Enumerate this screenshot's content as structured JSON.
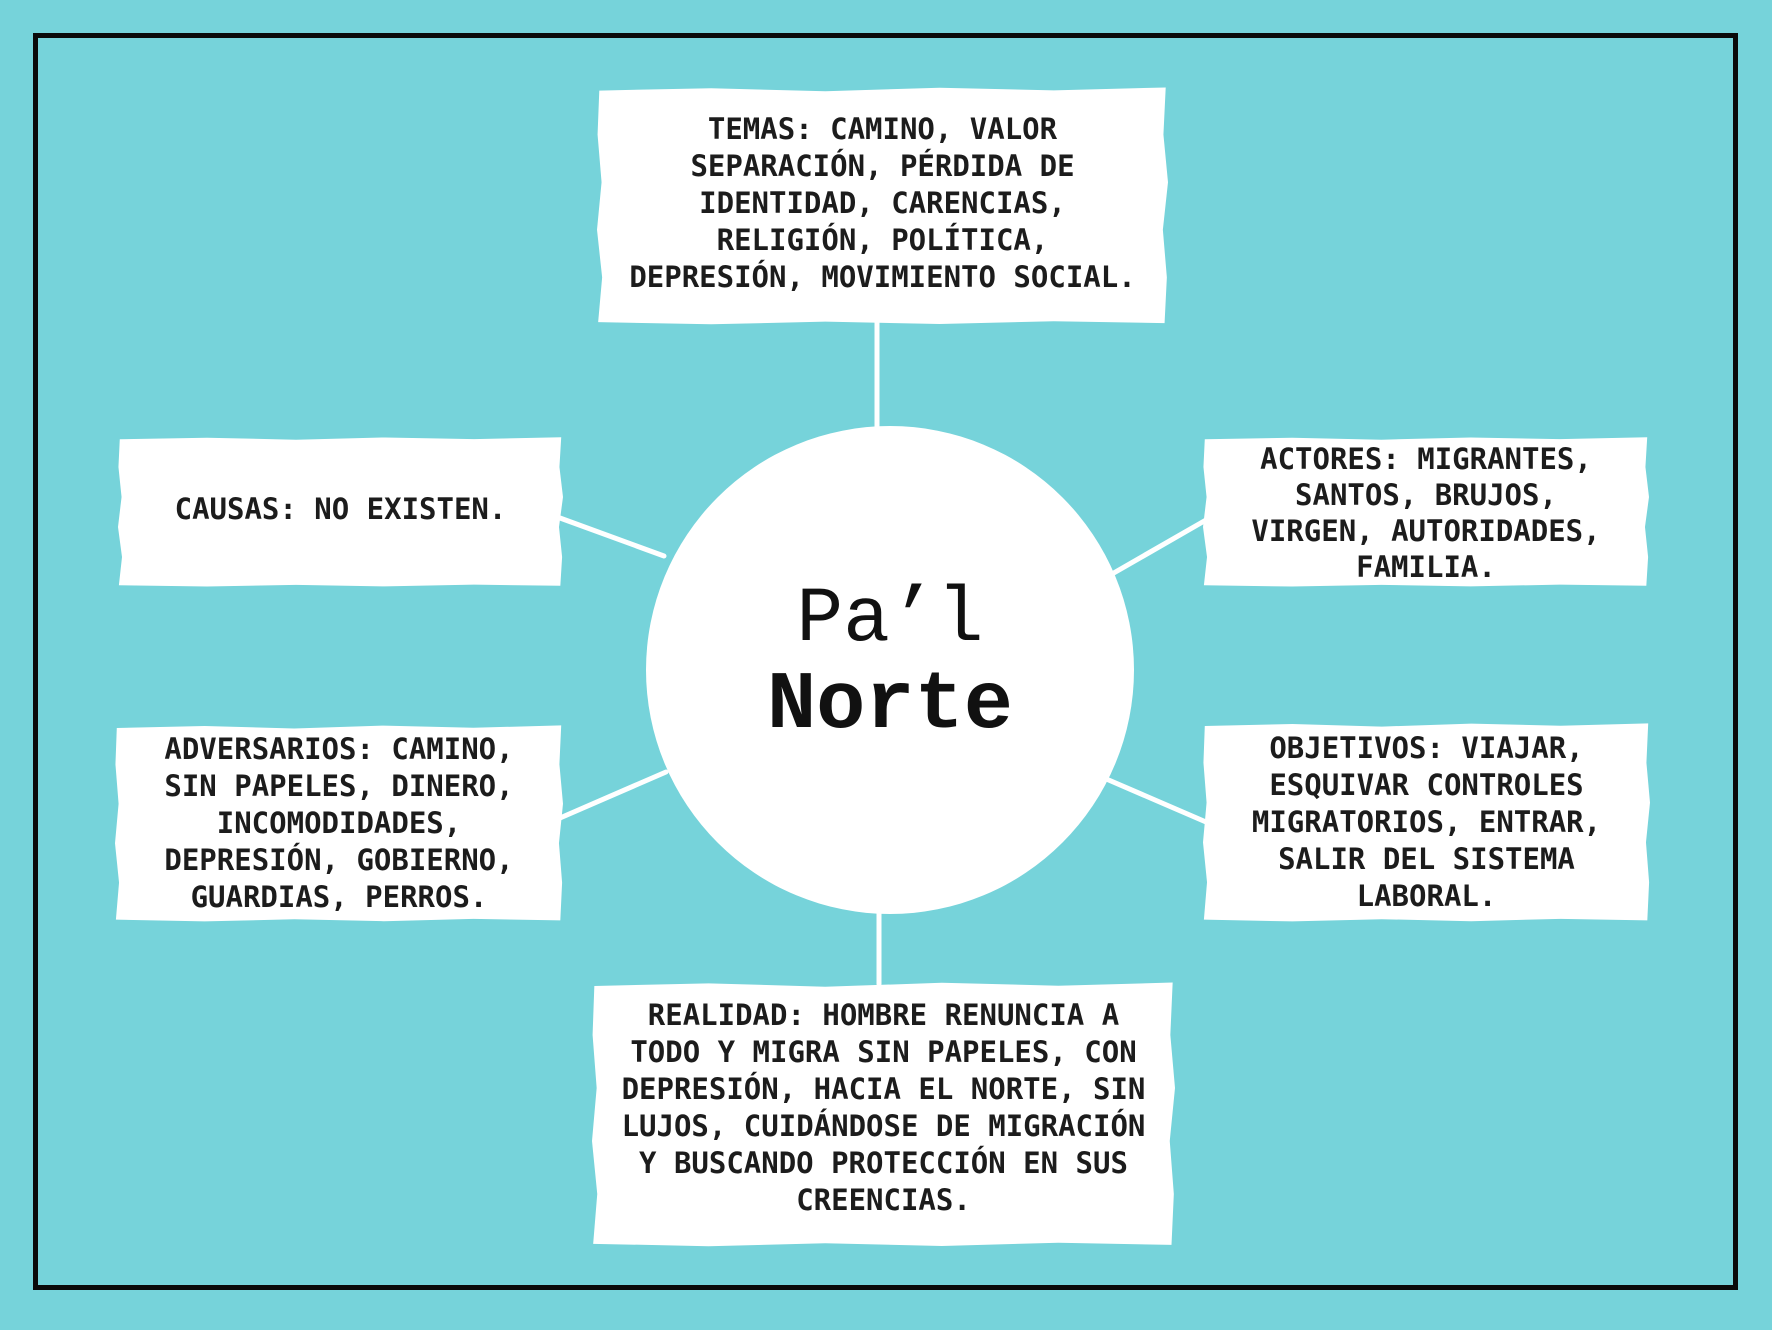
{
  "diagram": {
    "title_line1": "Pa’l",
    "title_line2": "Norte",
    "colors": {
      "background": "#76D3DA",
      "frame_border": "#0a0a0a",
      "node_fill": "#ffffff",
      "text": "#1c1c1c",
      "connector": "#ffffff"
    },
    "nodes": {
      "temas": {
        "text": "TEMAS: CAMINO, VALOR\nSEPARACIÓN, PÉRDIDA DE\nIDENTIDAD, CARENCIAS,\nRELIGIÓN, POLÍTICA,\nDEPRESIÓN, MOVIMIENTO SOCIAL."
      },
      "causas": {
        "text": "CAUSAS: NO EXISTEN."
      },
      "actores": {
        "text": "ACTORES: MIGRANTES,\nSANTOS, BRUJOS,\nVIRGEN, AUTORIDADES,\nFAMILIA."
      },
      "adversarios": {
        "text": "ADVERSARIOS: CAMINO,\nSIN PAPELES, DINERO,\nINCOMODIDADES,\nDEPRESIÓN, GOBIERNO,\nGUARDIAS, PERROS."
      },
      "objetivos": {
        "text": "OBJETIVOS: VIAJAR,\nESQUIVAR CONTROLES\nMIGRATORIOS, ENTRAR,\nSALIR DEL SISTEMA\nLABORAL."
      },
      "realidad": {
        "text": "REALIDAD: HOMBRE RENUNCIA A\nTODO Y MIGRA SIN PAPELES, CON\nDEPRESIÓN, HACIA EL NORTE, SIN\nLUJOS, CUIDÁNDOSE DE MIGRACIÓN\nY BUSCANDO PROTECCIÓN EN SUS\nCREENCIAS."
      }
    }
  }
}
